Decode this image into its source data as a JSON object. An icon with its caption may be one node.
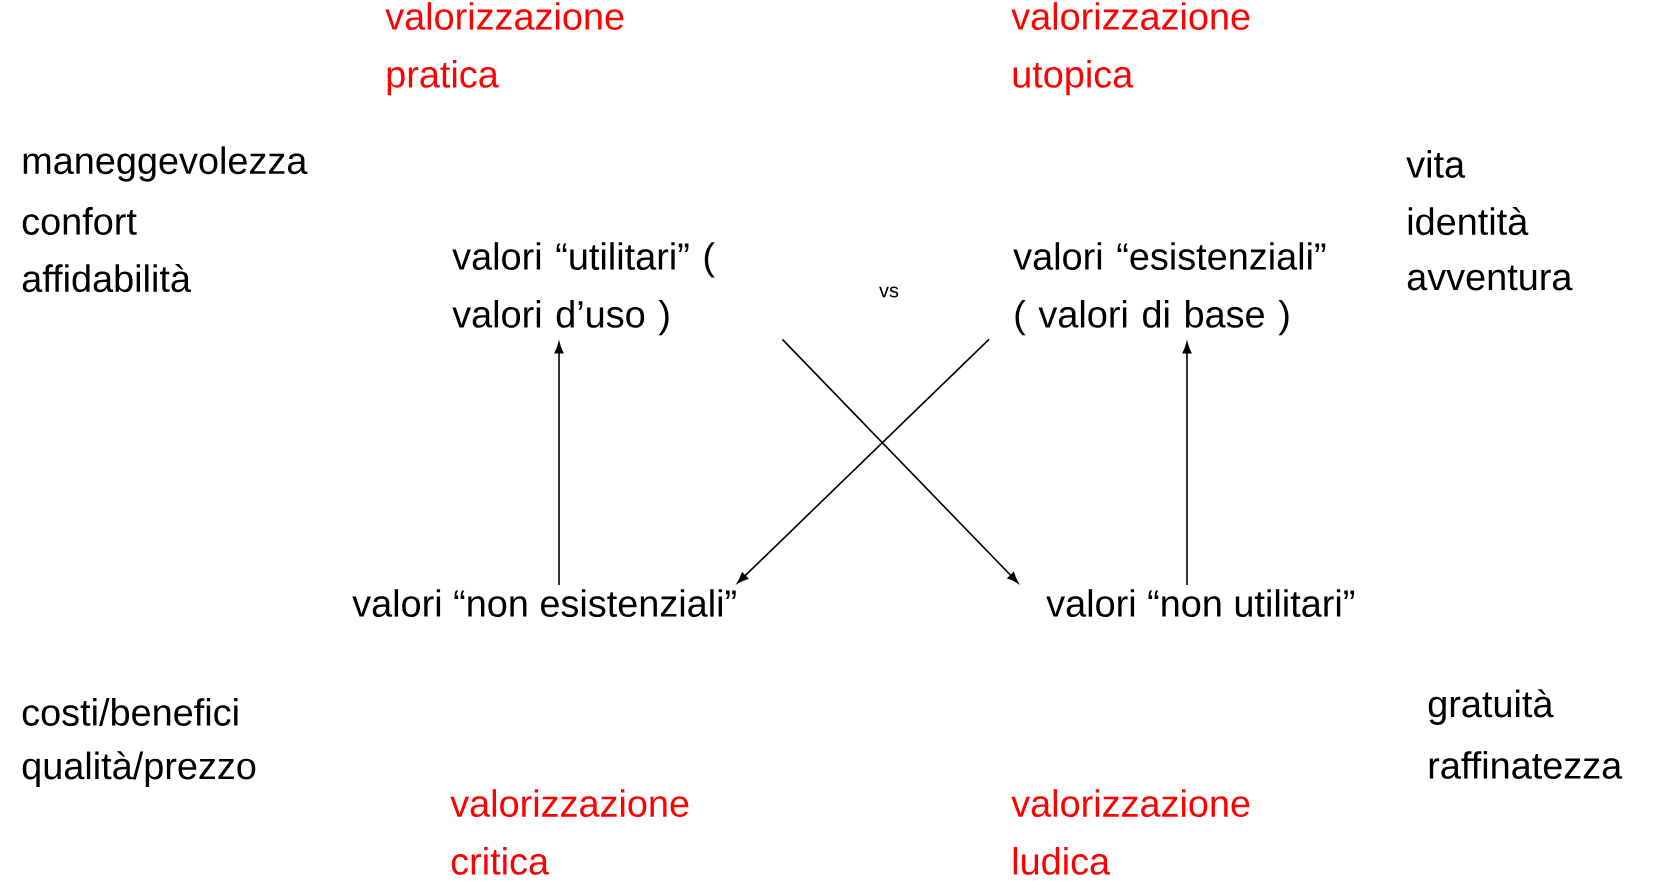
{
  "diagram": {
    "nodes": [
      {
        "text": [
          "valori “utilitari” ( valori d’uso )"
        ]
      },
      {
        "text": [
          "valori “esistenziali” ( valori di base )"
        ]
      },
      {
        "text": [
          "valori “non esistenziali”"
        ]
      },
      {
        "text": [
          "valori “non utilitari”"
        ]
      }
    ],
    "edges": [
      {
        "from": 2,
        "to": 0,
        "arrow": "to"
      },
      {
        "from": 3,
        "to": 1,
        "arrow": "to"
      },
      {
        "from": 0,
        "to": 3,
        "arrow": "to"
      },
      {
        "from": 1,
        "to": 2,
        "arrow": "to"
      }
    ],
    "labels": [
      "valorizzazione pratica",
      "valorizzazione utopica",
      "maneggevolezza",
      "vita",
      "confort",
      "identità",
      "affidabilità",
      "avventura",
      "vs",
      "gratuità",
      "costi/benefici",
      "raffinatezza",
      "qualità/prezzo",
      "valorizzazione critica",
      "valorizzazione ludica"
    ]
  }
}
